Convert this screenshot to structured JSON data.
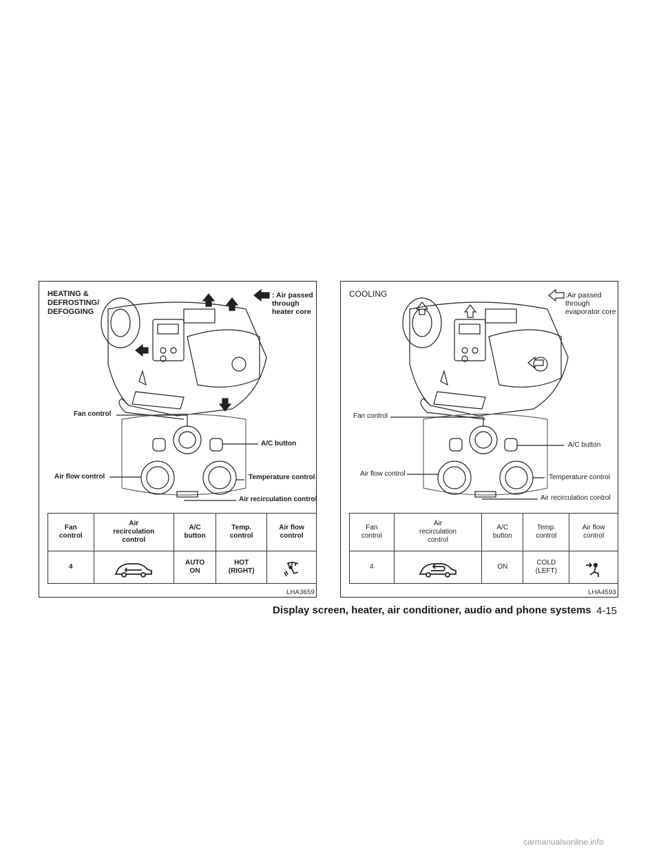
{
  "panel_left": {
    "title": "HEATING &\nDEFROSTING/\nDEFOGGING",
    "legend": ": Air passed\n      through\n      heater core",
    "callouts": {
      "fan": "Fan control",
      "ac": "A/C button",
      "airflow": "Air flow control",
      "temp": "Temperature control",
      "recirc": "Air recirculation control"
    },
    "headers": [
      "Fan\ncontrol",
      "Air\nrecirculation\ncontrol",
      "A/C\nbutton",
      "Temp.\ncontrol",
      "Air flow\ncontrol"
    ],
    "row": {
      "fan": "4",
      "recirc_icon": "recirculation-off-car-icon",
      "ac": "AUTO\nON",
      "temp": "HOT\n(RIGHT)",
      "airflow_icon": "defrost-floor-icon"
    },
    "code": "LHA3659"
  },
  "panel_right": {
    "title": "COOLING",
    "legend": ":Air passed\n   through\n   evaporator core",
    "callouts": {
      "fan": "Fan control",
      "ac": "A/C button",
      "airflow": "Air flow control",
      "temp": "Temperature control",
      "recirc": "Air recirculation control"
    },
    "headers": [
      "Fan\ncontrol",
      "Air\nrecirculation\ncontrol",
      "A/C\nbutton",
      "Temp.\ncontrol",
      "Air flow\ncontrol"
    ],
    "row": {
      "fan": "4",
      "recirc_icon": "recirculation-on-car-icon",
      "ac": "ON",
      "temp": "COLD\n(LEFT)",
      "airflow_icon": "face-vent-icon"
    },
    "code": "LHA4593"
  },
  "footer": {
    "title": "Display screen, heater, air conditioner, audio and phone systems",
    "page": "4-15"
  },
  "watermark": "carmanualsonline.info"
}
